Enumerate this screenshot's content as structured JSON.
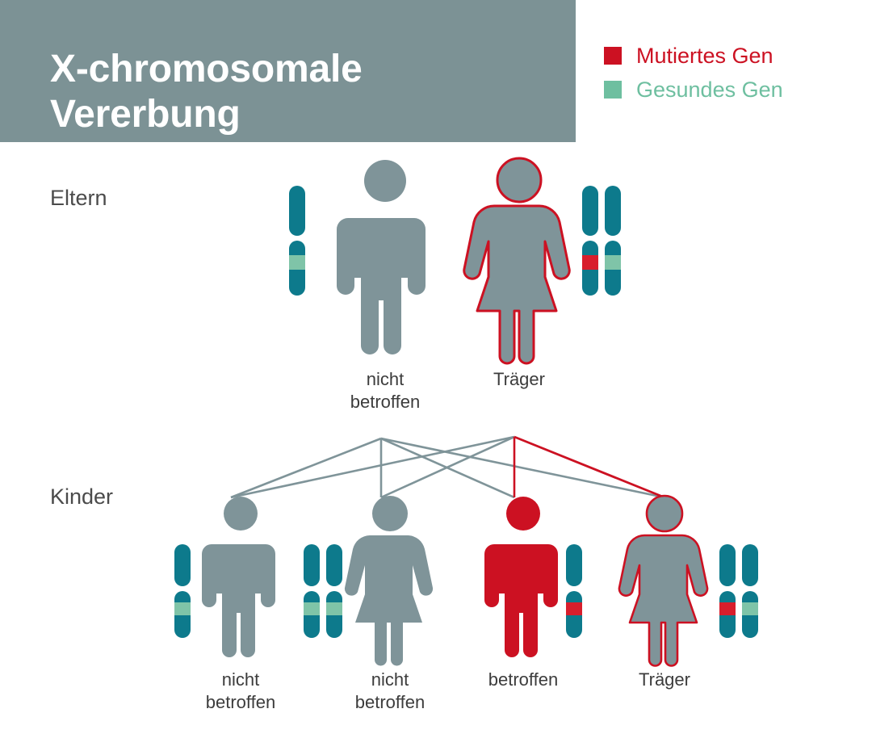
{
  "header": {
    "title_line1": "X-chromosomale",
    "title_line2": "Vererbung",
    "banner_color": "#7c9295"
  },
  "legend": {
    "items": [
      {
        "label": "Mutiertes Gen",
        "color": "#cc1122",
        "swatch_name": "legend-swatch-mutated"
      },
      {
        "label": "Gesundes Gen",
        "color": "#6ebfa0",
        "swatch_name": "legend-swatch-healthy"
      }
    ]
  },
  "rows": {
    "parents_label": "Eltern",
    "children_label": "Kinder"
  },
  "colors": {
    "gray_figure": "#7f9499",
    "red_figure": "#cc1122",
    "chromosome_teal": "#0d7a8c",
    "gene_healthy": "#7fc4a8",
    "gene_mutated": "#d81e2c",
    "line_gray": "#7f9499",
    "line_red": "#cc1122",
    "text_dark": "#3c3c3c",
    "background": "#ffffff"
  },
  "parents": [
    {
      "id": "father",
      "sex": "male",
      "caption": "nicht\nbetroffen",
      "figure_fill": "#7f9499",
      "figure_outline": "none",
      "chromosomes": [
        {
          "band": "healthy"
        }
      ]
    },
    {
      "id": "mother",
      "sex": "female",
      "caption": "Träger",
      "figure_fill": "#7f9499",
      "figure_outline": "#cc1122",
      "chromosomes": [
        {
          "band": "mutated"
        },
        {
          "band": "healthy"
        }
      ]
    }
  ],
  "children": [
    {
      "id": "child-1",
      "sex": "male",
      "caption": "nicht\nbetroffen",
      "figure_fill": "#7f9499",
      "figure_outline": "none",
      "chromosomes": [
        {
          "band": "healthy"
        }
      ]
    },
    {
      "id": "child-2",
      "sex": "female",
      "caption": "nicht\nbetroffen",
      "figure_fill": "#7f9499",
      "figure_outline": "none",
      "chromosomes": [
        {
          "band": "healthy"
        },
        {
          "band": "healthy"
        }
      ]
    },
    {
      "id": "child-3",
      "sex": "male",
      "caption": "betroffen",
      "figure_fill": "#cc1122",
      "figure_outline": "none",
      "chromosomes": [
        {
          "band": "mutated"
        }
      ]
    },
    {
      "id": "child-4",
      "sex": "female",
      "caption": "Träger",
      "figure_fill": "#7f9499",
      "figure_outline": "#cc1122",
      "chromosomes": [
        {
          "band": "mutated"
        },
        {
          "band": "healthy"
        }
      ]
    }
  ],
  "chart_data": {
    "type": "diagram",
    "title": "X-chromosomale Vererbung",
    "diagram_kind": "pedigree / punnett inheritance",
    "generations": [
      "Eltern",
      "Kinder"
    ],
    "legend_entries": [
      "Mutiertes Gen",
      "Gesundes Gen"
    ],
    "parent_genotypes": [
      {
        "who": "Vater",
        "status": "nicht betroffen",
        "alleles": [
          "healthy"
        ]
      },
      {
        "who": "Mutter",
        "status": "Träger",
        "alleles": [
          "mutated",
          "healthy"
        ]
      }
    ],
    "child_genotypes": [
      {
        "who": "Sohn 1",
        "status": "nicht betroffen",
        "alleles": [
          "healthy"
        ]
      },
      {
        "who": "Tochter 1",
        "status": "nicht betroffen",
        "alleles": [
          "healthy",
          "healthy"
        ]
      },
      {
        "who": "Sohn 2",
        "status": "betroffen",
        "alleles": [
          "mutated"
        ]
      },
      {
        "who": "Tochter 2",
        "status": "Träger",
        "alleles": [
          "mutated",
          "healthy"
        ]
      }
    ]
  }
}
